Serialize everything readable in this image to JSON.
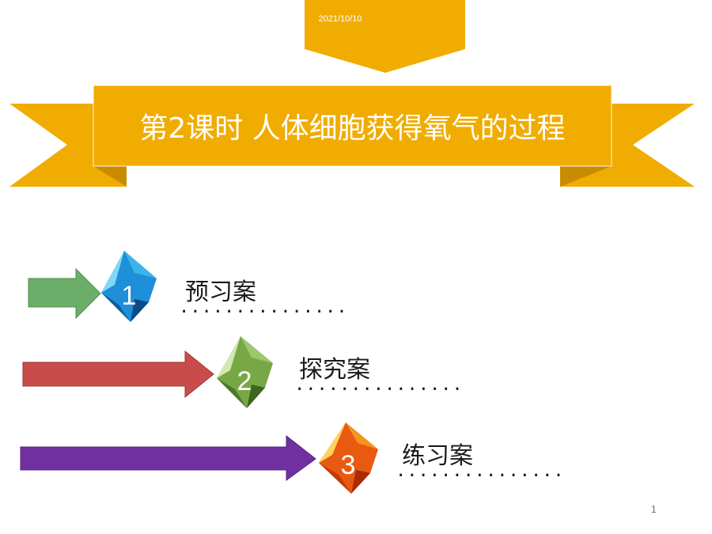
{
  "header": {
    "date": "2021/10/10",
    "title": "第2课时 人体细胞获得氧气的过程"
  },
  "menu": {
    "items": [
      {
        "number": "1",
        "label": "预习案",
        "dots": "..............."
      },
      {
        "number": "2",
        "label": "探究案",
        "dots": "..............."
      },
      {
        "number": "3",
        "label": "练习案",
        "dots": "..............."
      }
    ]
  },
  "footer": {
    "page_number": "1"
  },
  "colors": {
    "banner": "#f0ac00",
    "arrow_1": "#6aae6a",
    "arrow_2": "#c84d4a",
    "arrow_3": "#7030a0",
    "gem_1": "#1e8fd8",
    "gem_2": "#77a845",
    "gem_3": "#e85a10"
  }
}
